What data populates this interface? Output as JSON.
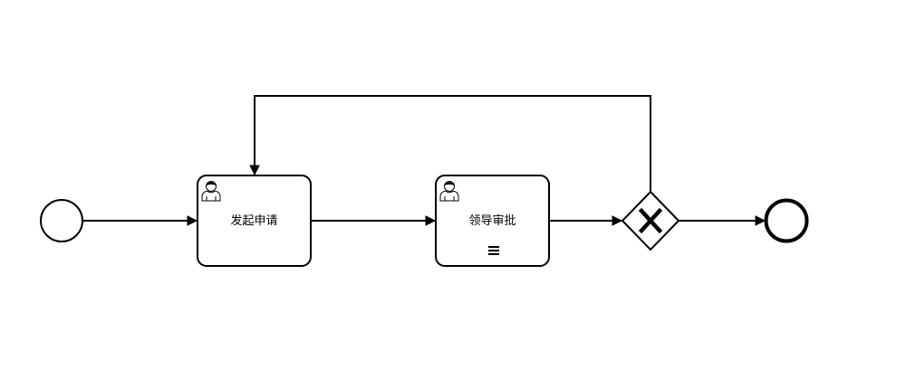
{
  "diagram": {
    "type": "bpmn-process",
    "stroke_color": "#000000",
    "fill_color": "#ffffff",
    "start_event": {
      "kind": "start-event"
    },
    "tasks": [
      {
        "id": "task-1",
        "label": "发起申请",
        "kind": "user-task",
        "icon": "user-icon",
        "marker": null
      },
      {
        "id": "task-2",
        "label": "领导审批",
        "kind": "user-task",
        "icon": "user-icon",
        "marker": "sequential-multi-instance-icon"
      }
    ],
    "gateway": {
      "kind": "exclusive-gateway",
      "marker": "X"
    },
    "end_event": {
      "kind": "end-event"
    },
    "flows": [
      {
        "from": "start-event",
        "to": "task-1"
      },
      {
        "from": "task-1",
        "to": "task-2"
      },
      {
        "from": "task-2",
        "to": "gateway"
      },
      {
        "from": "gateway",
        "to": "end-event"
      },
      {
        "from": "gateway",
        "to": "task-1",
        "kind": "loop-back"
      }
    ]
  }
}
